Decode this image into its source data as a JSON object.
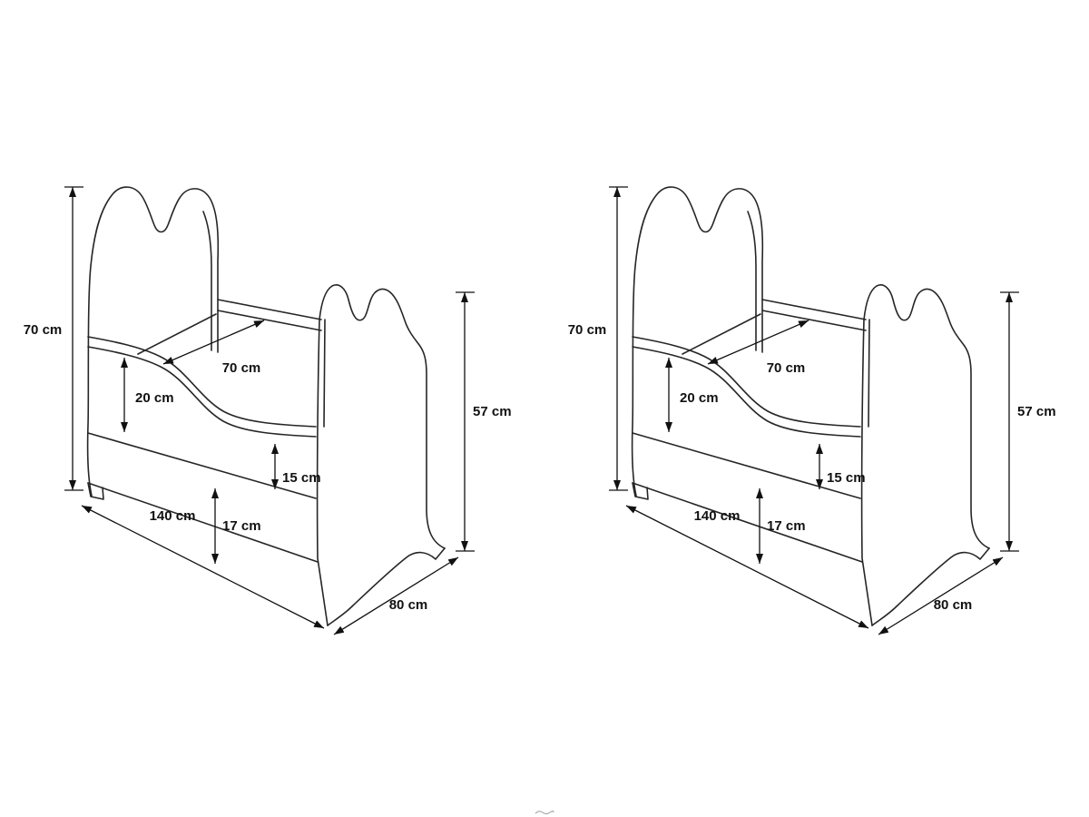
{
  "page": {
    "background": "#ffffff",
    "line_color": "#262626",
    "dimension_color": "#111111"
  },
  "diagram": {
    "description": "Children bed with ear-shaped headboard and footboard, dimensional drawing shown twice side by side",
    "labels": {
      "headboard_height_70": "70 cm",
      "side_rail_20": "20 cm",
      "mattress_width_70": "70 cm",
      "panel_15": "15 cm",
      "clearance_17": "17 cm",
      "length_140": "140 cm",
      "width_80": "80 cm",
      "footboard_height_57": "57 cm"
    },
    "views": [
      {
        "id": "left-view"
      },
      {
        "id": "right-view"
      }
    ]
  }
}
